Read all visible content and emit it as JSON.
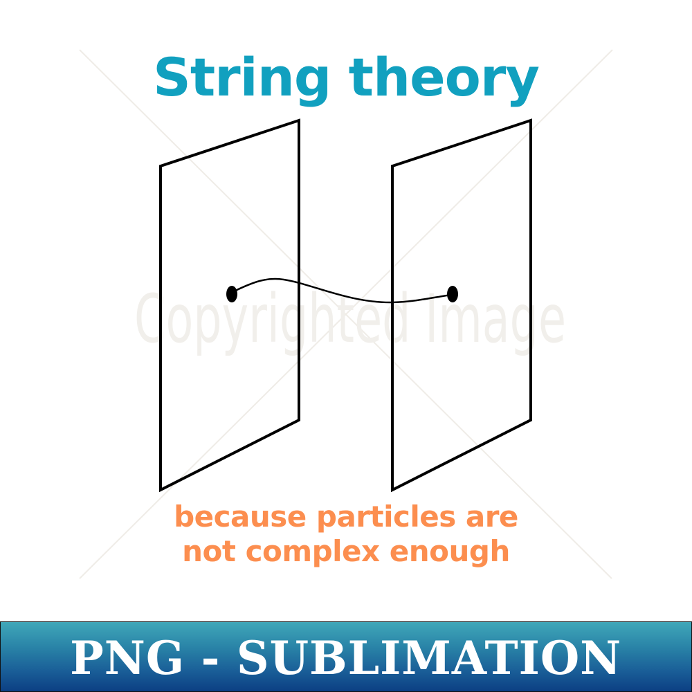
{
  "title": "String theory",
  "caption": {
    "line1": "because particles are",
    "line2": "not complex enough"
  },
  "watermark": {
    "text": "Copyrighted Image",
    "color": "#f1efeb"
  },
  "banner": {
    "label": "PNG - SUBLIMATION",
    "gradient_top": "#40a8b9",
    "gradient_bottom": "#0c3f83",
    "text_color": "#ffffff"
  },
  "diagram": {
    "elements": [
      {
        "name": "left-brane",
        "shape": "parallelogram",
        "stroke": "#000000"
      },
      {
        "name": "right-brane",
        "shape": "parallelogram",
        "stroke": "#000000"
      },
      {
        "name": "string",
        "shape": "wavy-curve",
        "stroke": "#000000"
      },
      {
        "name": "left-string-endpoint",
        "shape": "dot"
      },
      {
        "name": "right-string-endpoint",
        "shape": "dot"
      }
    ]
  },
  "colors": {
    "title": "#11a0bf",
    "caption": "#fc8e4f",
    "background": "#ffffff",
    "line": "#000000"
  }
}
